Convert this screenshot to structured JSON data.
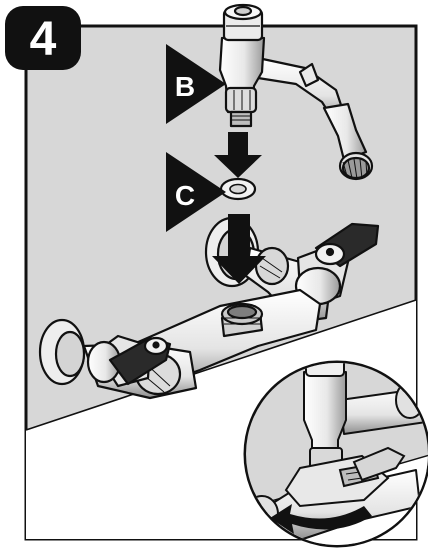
{
  "step": {
    "number": "4"
  },
  "callouts": [
    {
      "letter": "B",
      "refers_to": "valve-body"
    },
    {
      "letter": "C",
      "refers_to": "washer"
    }
  ],
  "colors": {
    "panel_background": "#d7d7d7",
    "floor": "#ffffff",
    "outline": "#111111",
    "metal_light": "#f2f2f2",
    "metal_shade": "#bfbfbf",
    "badge": "#111111",
    "badge_text": "#ffffff"
  },
  "icons": [
    "down-arrow-icon",
    "rotate-arrow-icon",
    "wrench-icon"
  ]
}
